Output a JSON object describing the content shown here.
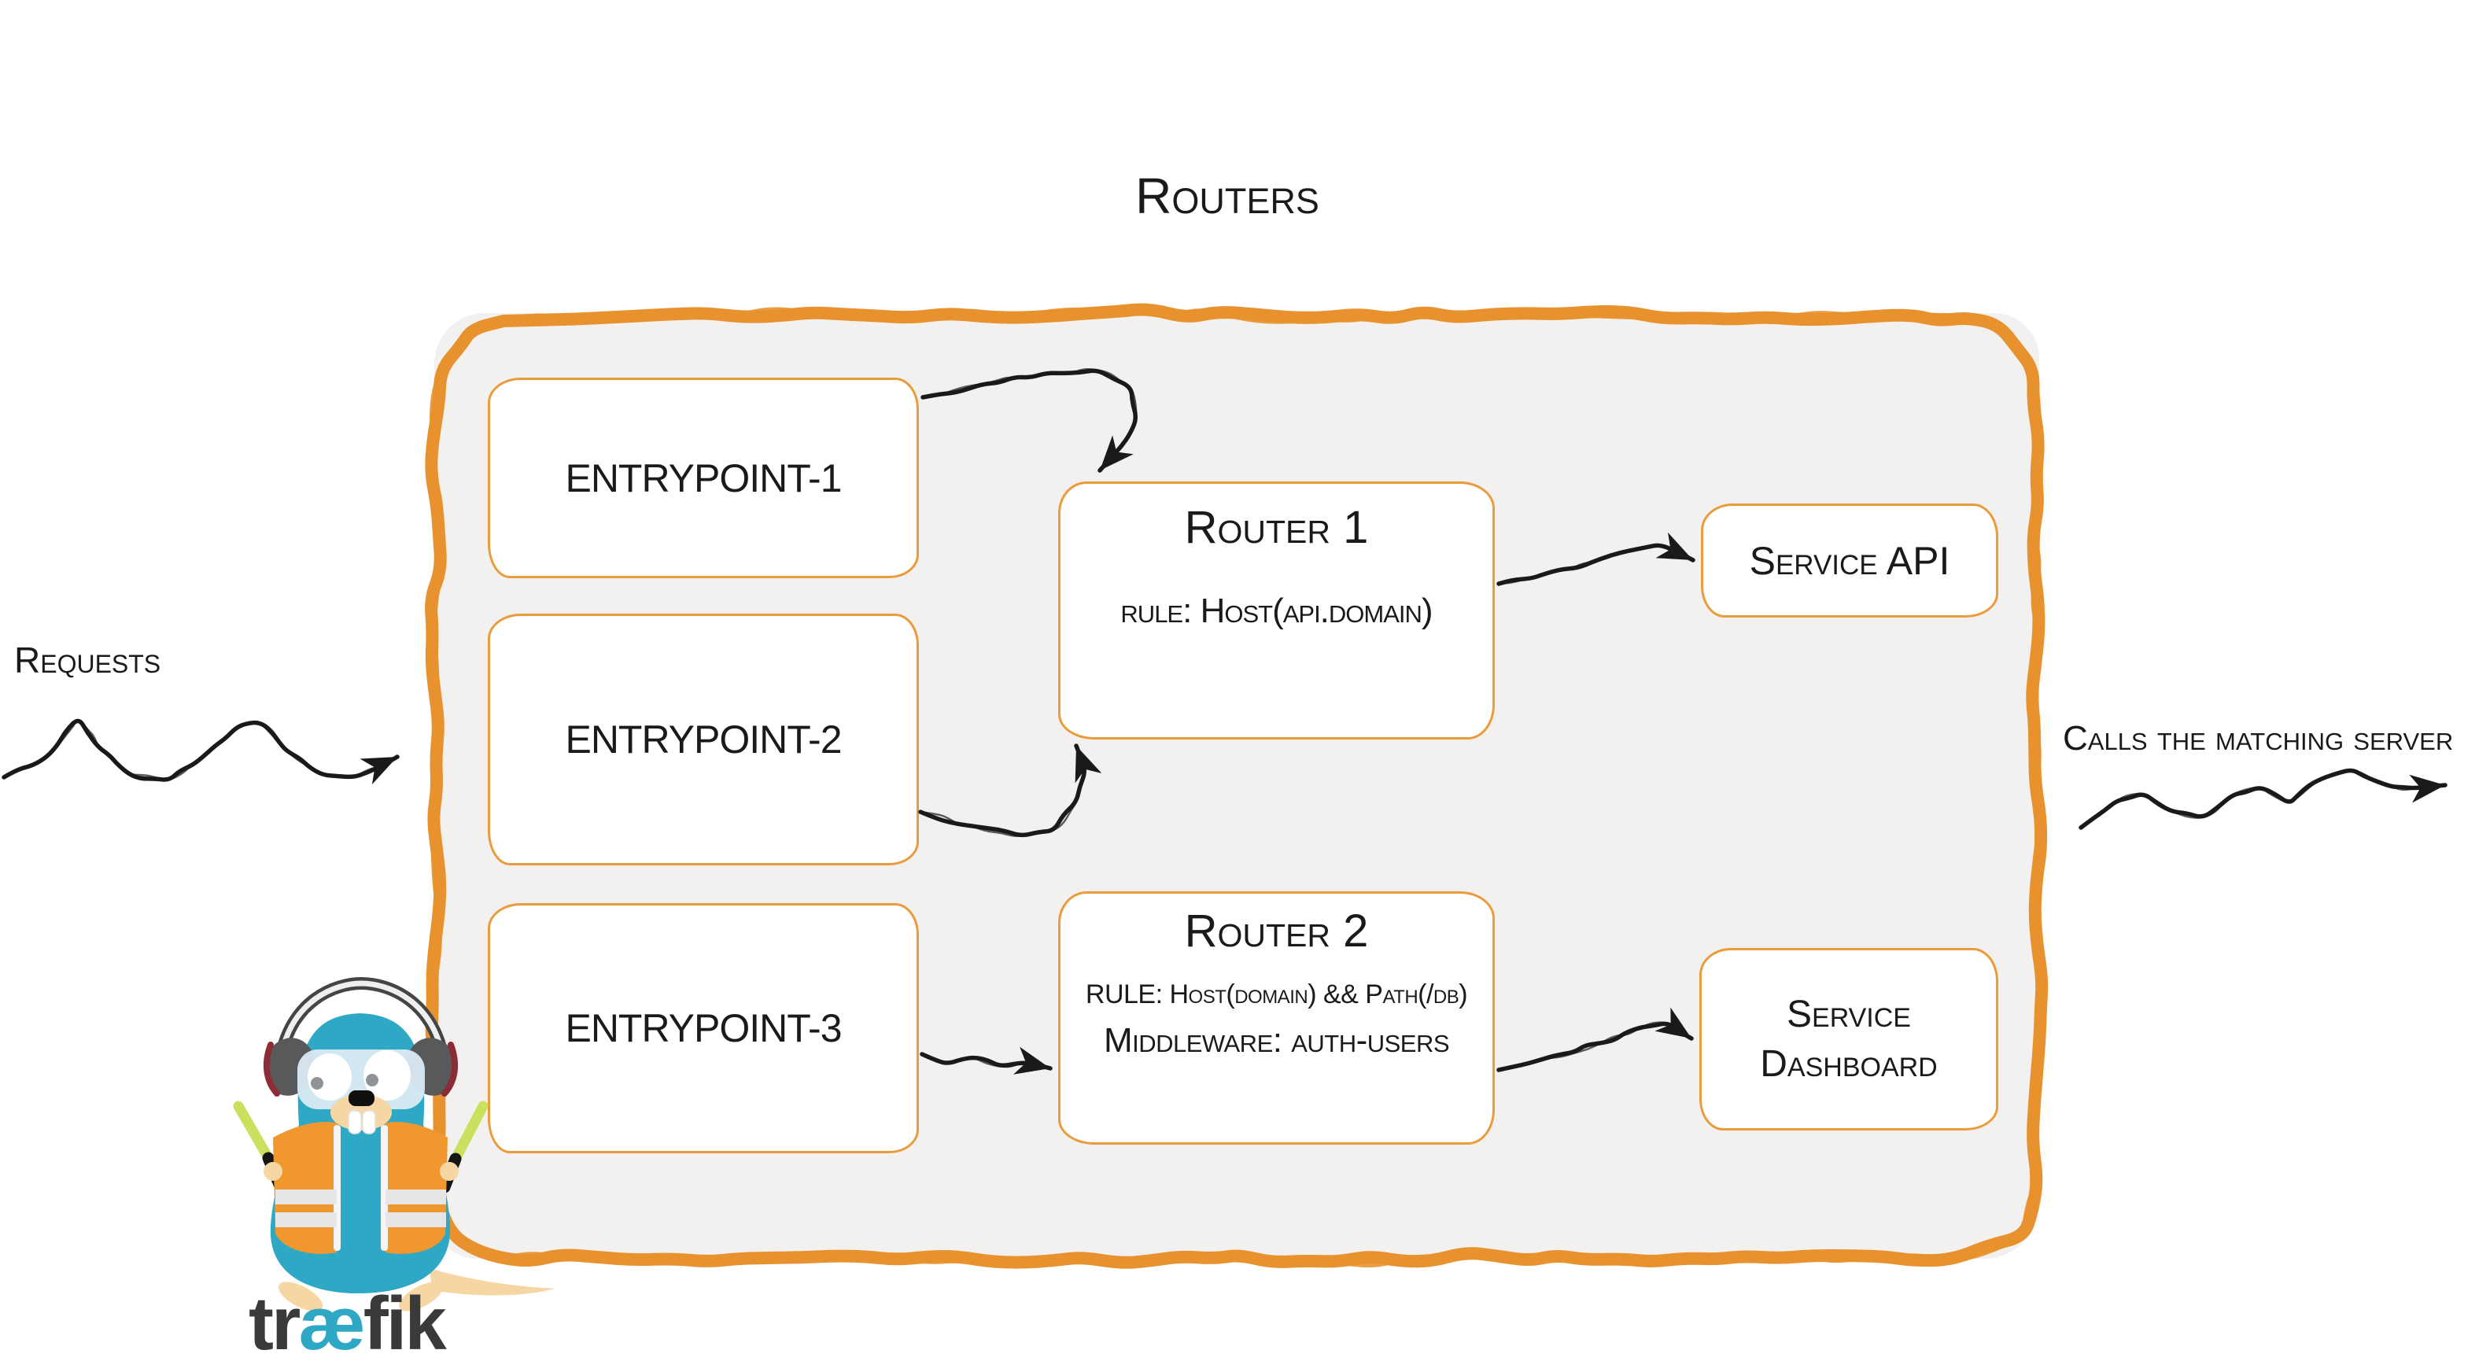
{
  "title": "Routers",
  "labels": {
    "requests": "Requests",
    "calls": "Calls the matching server"
  },
  "entrypoints": [
    {
      "label": "entrypoint-1"
    },
    {
      "label": "entrypoint-2"
    },
    {
      "label": "entrypoint-3"
    }
  ],
  "routers": [
    {
      "name": "Router 1",
      "rule": "rule: Host(api.domain)"
    },
    {
      "name": "Router 2",
      "rule": "RULE: Host(domain) && Path(/db)",
      "middleware": "Middleware: auth-users"
    }
  ],
  "services": [
    {
      "label": "Service API"
    },
    {
      "label": "Service Dashboard"
    }
  ],
  "logo": {
    "wordmark_pre": "tr",
    "wordmark_ae": "æ",
    "wordmark_post": "fik",
    "mascot": "traefik-gopher"
  },
  "colors": {
    "accent": "#E8922F",
    "box_border": "#EA9B3C",
    "container_fill": "#F2F1EF",
    "ink": "#1A1A1A",
    "traefik_blue": "#2FA8C6",
    "logo_text": "#3A3A3A",
    "vest_orange": "#F0982E",
    "stick_green": "#C9E15C",
    "snout_tan": "#F6D7A4",
    "headphone_gray": "#58595B",
    "headphone_red": "#8C2D35",
    "stripe_gray": "#E6E6E6",
    "goggle_blue": "#DAEAF4",
    "pupil_gray": "#8F9296"
  }
}
